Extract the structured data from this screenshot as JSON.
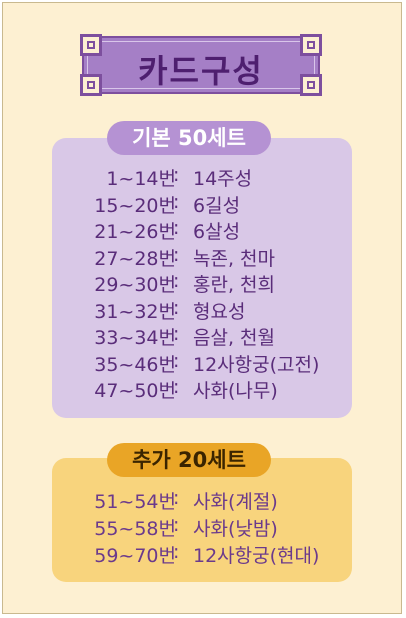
{
  "title": "카드구성",
  "sections": [
    {
      "heading": "기본 50세트",
      "rows": [
        {
          "range": "1~14번",
          "name": "14주성"
        },
        {
          "range": "15~20번",
          "name": "6길성"
        },
        {
          "range": "21~26번",
          "name": "6살성"
        },
        {
          "range": "27~28번",
          "name": "녹존, 천마"
        },
        {
          "range": "29~30번",
          "name": "홍란, 천희"
        },
        {
          "range": "31~32번",
          "name": "형요성"
        },
        {
          "range": "33~34번",
          "name": "음살, 천월"
        },
        {
          "range": "35~46번",
          "name": "12사항궁(고전)"
        },
        {
          "range": "47~50번",
          "name": "사화(나무)"
        }
      ]
    },
    {
      "heading": "추가 20세트",
      "rows": [
        {
          "range": "51~54번",
          "name": "사화(계절)"
        },
        {
          "range": "55~58번",
          "name": "사화(낮밤)"
        },
        {
          "range": "59~70번",
          "name": "12사항궁(현대)"
        }
      ]
    }
  ],
  "separator": ":",
  "colors": {
    "background": "#fdf0d2",
    "banner": "#a57fc6",
    "basic_panel": "#d9c8e7",
    "basic_pill": "#b592d3",
    "extra_panel": "#f8d47d",
    "extra_pill": "#e9a526",
    "text": "#5a2d7a"
  }
}
